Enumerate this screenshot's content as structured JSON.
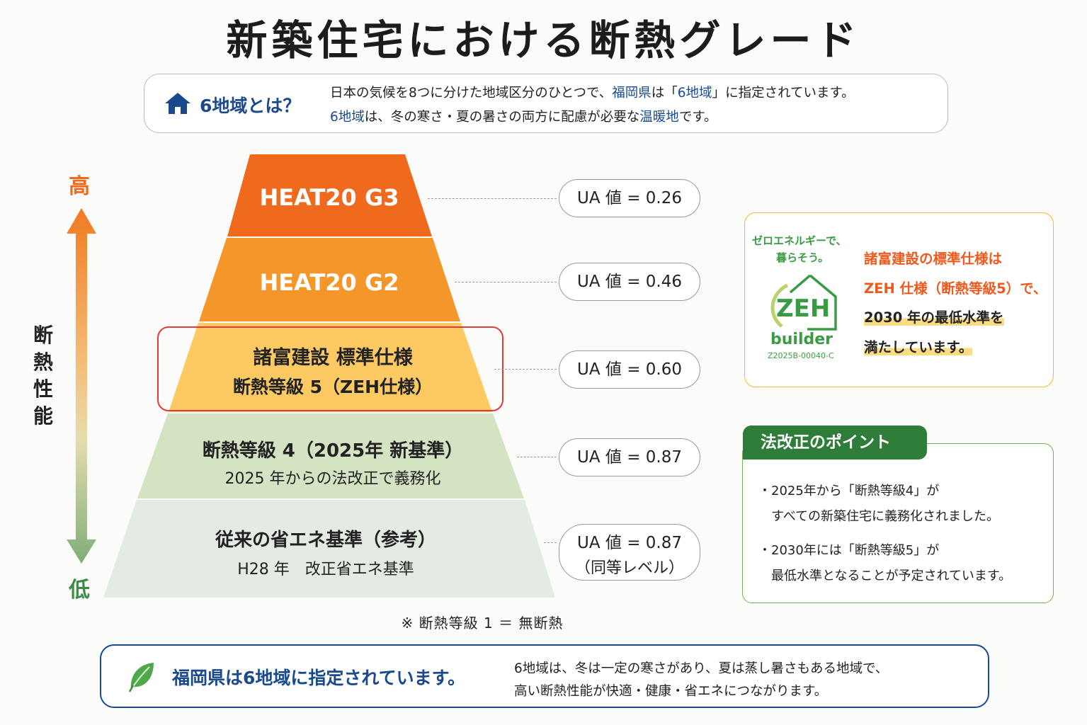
{
  "title": "新築住宅における断熱グレード",
  "info": {
    "heading": "6地域とは？",
    "line1": {
      "a": "日本の気候を8つに分けた地域区分のひとつで、",
      "b": "福岡県",
      "c": "は「",
      "d": "6地域",
      "e": "」に指定されています。"
    },
    "line2": {
      "a": "6地域",
      "b": "は、冬の寒さ・夏の暑さの両方に配慮が必要な",
      "c": "温暖地",
      "d": "です。"
    }
  },
  "axis": {
    "high": "高",
    "low": "低",
    "label": [
      "断",
      "熱",
      "性",
      "能"
    ]
  },
  "tiers": [
    {
      "name": "HEAT20 G3",
      "sub": "",
      "ua": "UA 値 = 0.26",
      "color": "#ef6a1d"
    },
    {
      "name": "HEAT20 G2",
      "sub": "",
      "ua": "UA 値 = 0.46",
      "color": "#f5962a"
    },
    {
      "name": "諸富建設 標準仕様",
      "sub": "断熱等級 5（ZEH仕様）",
      "ua": "UA 値 = 0.60",
      "color": "#fcc962"
    },
    {
      "name": "断熱等級 4（2025年 新基準）",
      "sub": "2025 年からの法改正で義務化",
      "ua": "UA 値 = 0.87",
      "color": "#d4e3c2"
    },
    {
      "name": "従来の省エネ基準（参考）",
      "sub": "H28 年　改正省エネ基準",
      "ua": "UA 値 = 0.87",
      "color": "#e3ebe3"
    }
  ],
  "ua_note": "（同等レベル）",
  "footnote": "※ 断熱等級 1 ＝ 無断熱",
  "zeh_card": {
    "tagline1": "ゼロエネルギーで、",
    "tagline2": "暮らそう。",
    "logo_text": "ZEH",
    "builder": "builder",
    "code": "Z2025B-00040-C",
    "line1": "諸富建設の標準仕様は",
    "line2": "ZEH 仕様（断熱等級5）で、",
    "line3": "2030 年の最低水準を",
    "line4": "満たしています。"
  },
  "law_card": {
    "title": "法改正のポイント",
    "point1_a": "・2025年から「断熱等級4」が",
    "point1_b": "すべての新築住宅に義務化されました。",
    "point2_a": "・2030年には「断熱等級5」が",
    "point2_b": "最低水準となることが予定されています。"
  },
  "bottom": {
    "heading": "福岡県は6地域に指定されています。",
    "line1": "6地域は、冬は一定の寒さがあり、夏は蒸し暑さもある地域で、",
    "line2": "高い断熱性能が快適・健康・省エネにつながります。"
  },
  "colors": {
    "brand_blue": "#1a4a8c",
    "orange": "#ee6a1e",
    "green": "#3b9b45",
    "highlight_red": "#e23a3a"
  }
}
